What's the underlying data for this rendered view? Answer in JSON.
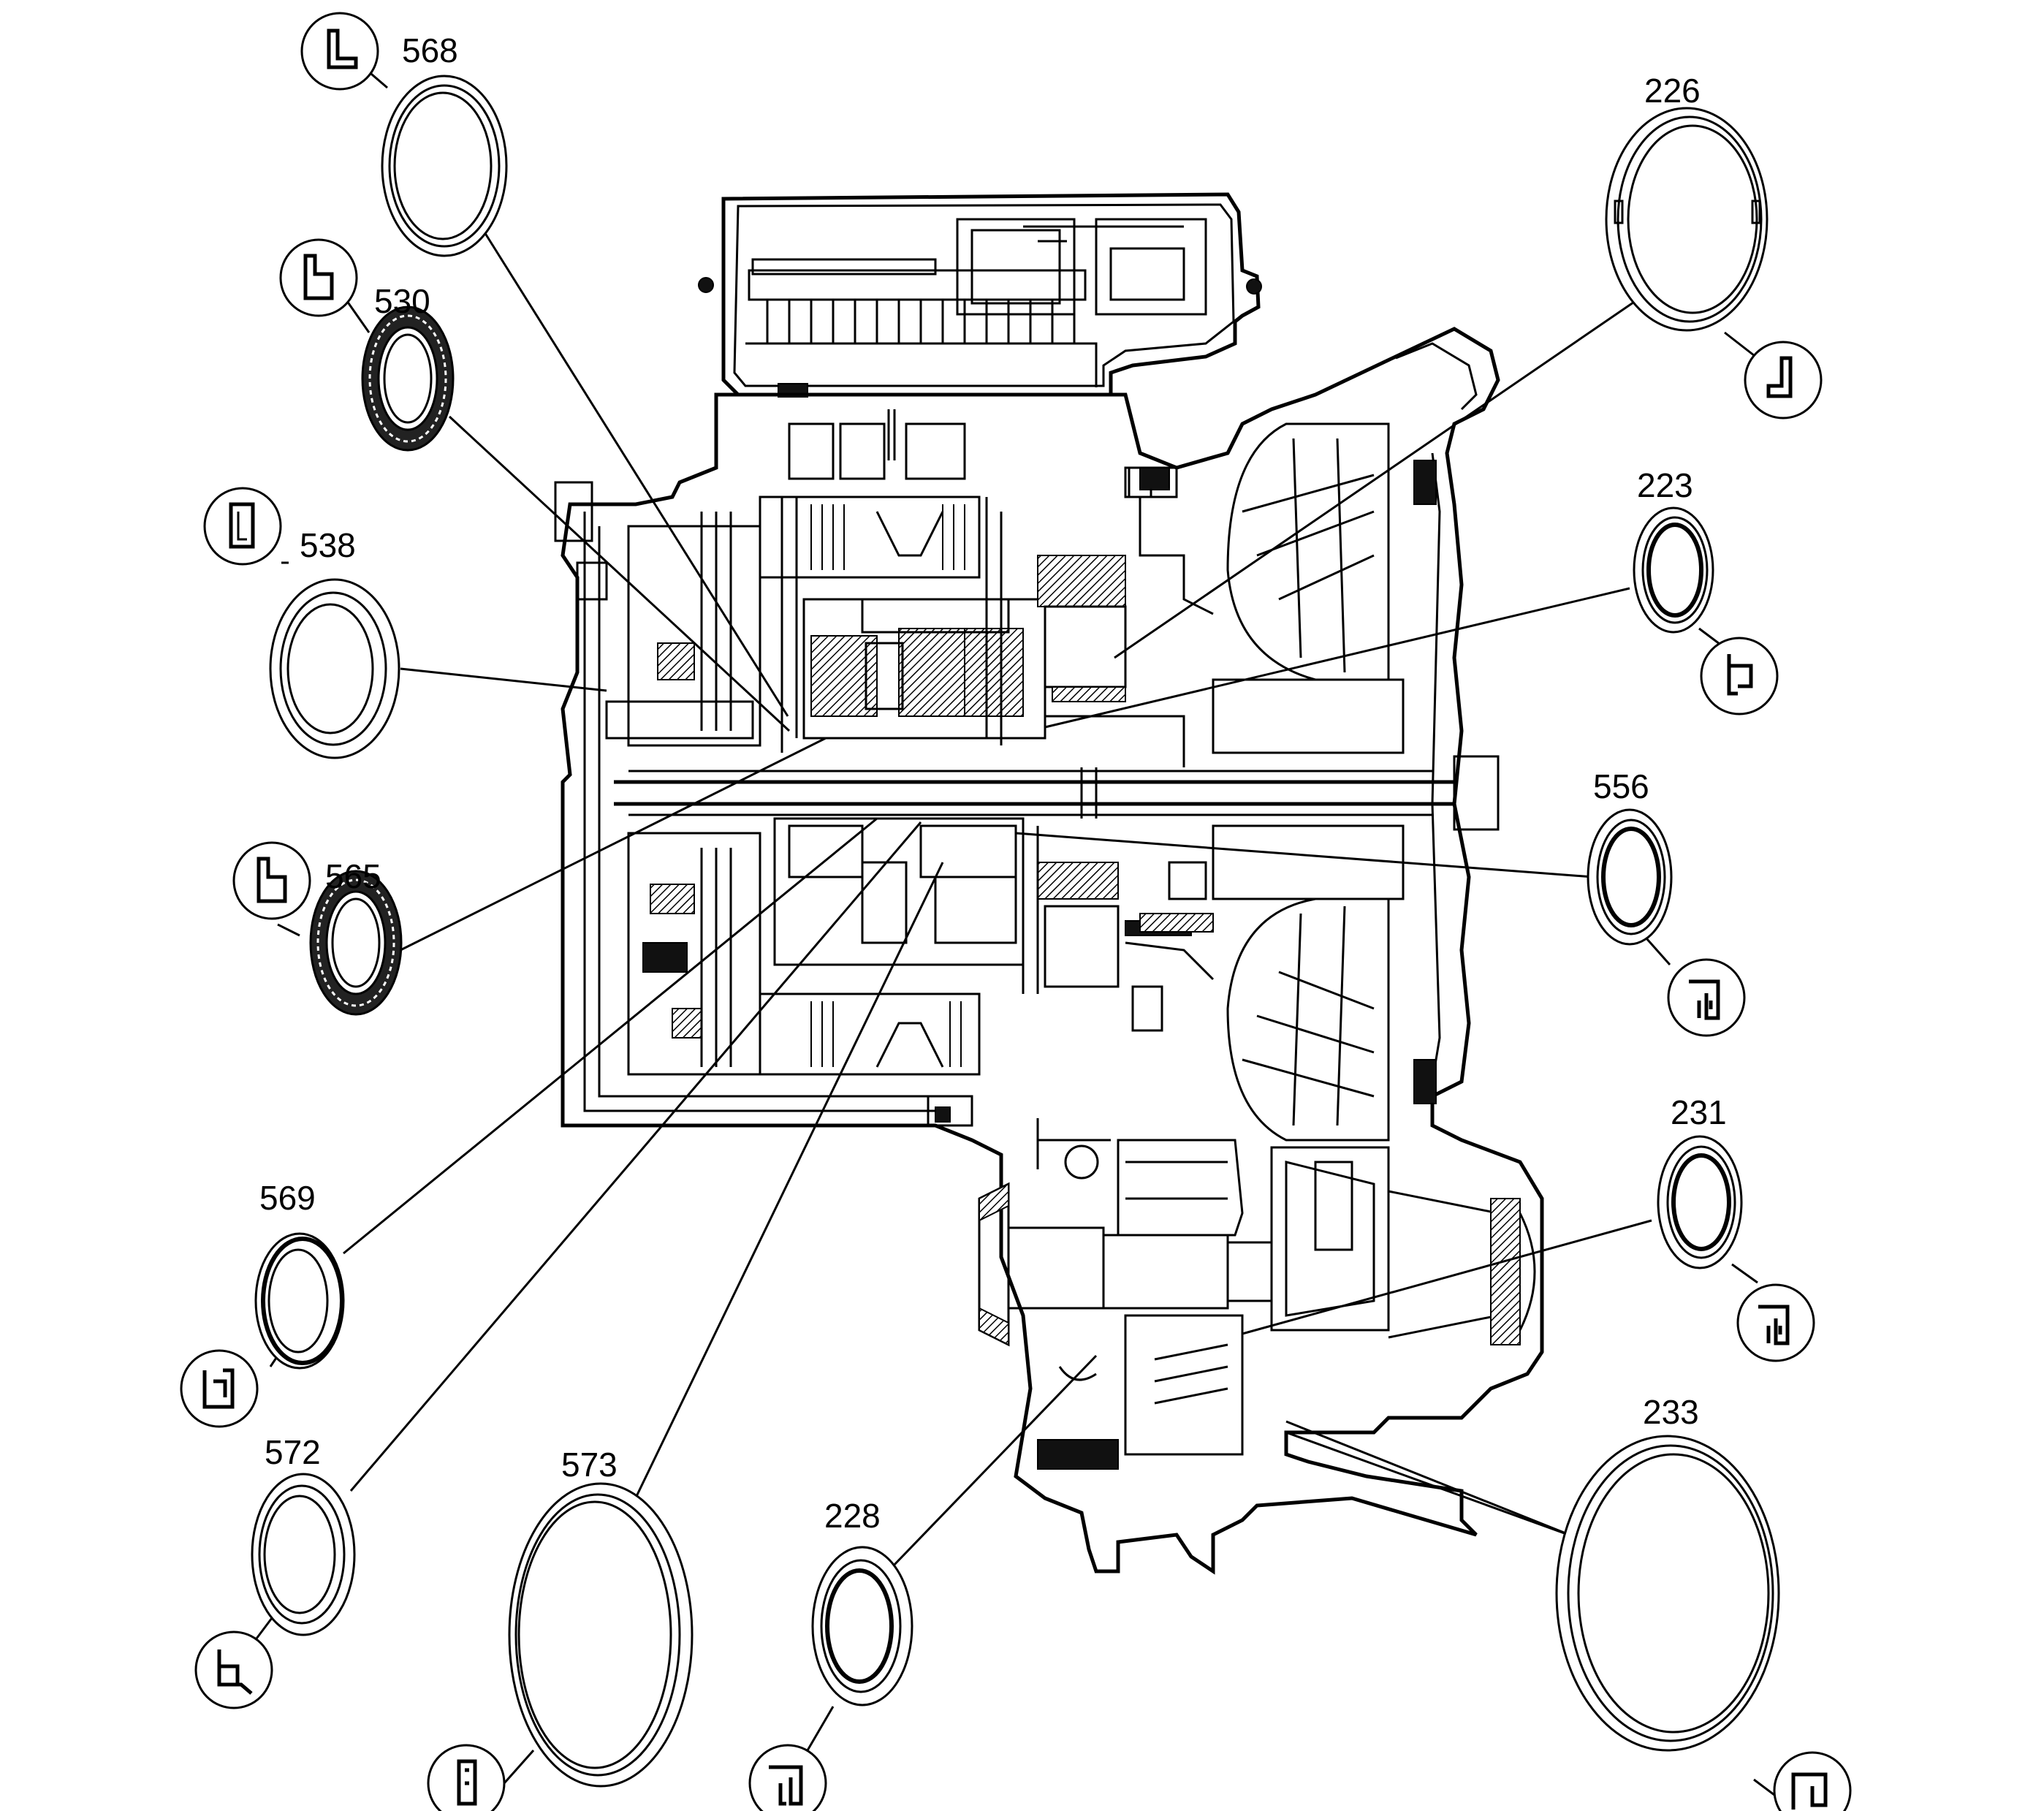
{
  "callouts": [
    {
      "id": "568",
      "label": "568",
      "icon": "seal-profile-icon"
    },
    {
      "id": "530",
      "label": "530",
      "icon": "bearing-profile-icon"
    },
    {
      "id": "538",
      "label": "538",
      "icon": "seal-profile-icon"
    },
    {
      "id": "565",
      "label": "565",
      "icon": "bearing-profile-icon"
    },
    {
      "id": "569",
      "label": "569",
      "icon": "seal-profile-icon"
    },
    {
      "id": "572",
      "label": "572",
      "icon": "seal-profile-icon"
    },
    {
      "id": "573",
      "label": "573",
      "icon": "seal-profile-icon"
    },
    {
      "id": "228",
      "label": "228",
      "icon": "seal-profile-icon"
    },
    {
      "id": "226",
      "label": "226",
      "icon": "seal-profile-icon"
    },
    {
      "id": "223",
      "label": "223",
      "icon": "seal-profile-icon"
    },
    {
      "id": "556",
      "label": "556",
      "icon": "seal-profile-icon"
    },
    {
      "id": "231",
      "label": "231",
      "icon": "seal-profile-icon"
    },
    {
      "id": "233",
      "label": "233",
      "icon": "seal-profile-icon"
    }
  ]
}
